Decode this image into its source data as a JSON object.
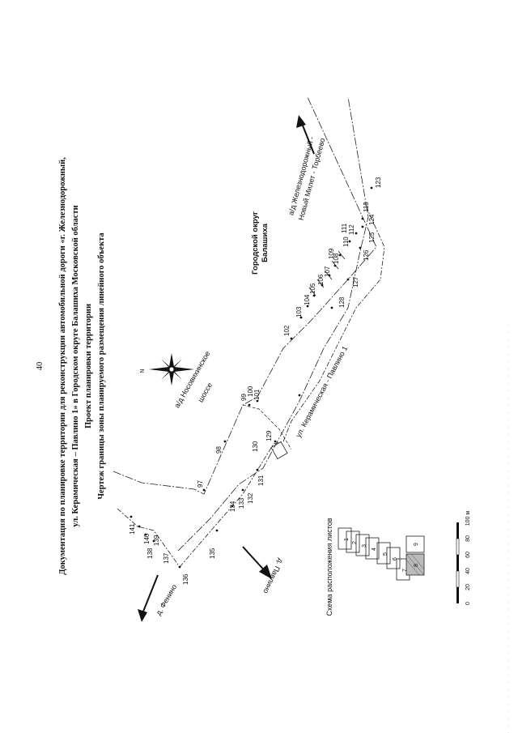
{
  "page_number": "40",
  "title_lines": [
    "Документация по планировке территории для реконструкции автомобильной дороги «г. Железнодорожный,",
    "ул. Керамическая – Павлино 1» в Городском округе Балашиха Московской области",
    "Проект планировки территории",
    "Чертеж границы зоны планируемого размещения линейного объекта"
  ],
  "north_label": "N",
  "place_labels": {
    "city": [
      "Городской округ",
      "Балашиха"
    ],
    "nosovikhinskoe": [
      "а/д Носовихинское",
      "шоссе"
    ],
    "railway": [
      "а/д Железнодорожный -",
      "Новый Милет - Торбеево"
    ],
    "keramicheskaya": "ул. Керамическая - Павлино 1",
    "fenino": "д. Фенино",
    "pavlino": "д. Павлино"
  },
  "point_labels": {
    "p97": "97",
    "p98": "98",
    "p99": "99",
    "p100": "100",
    "p101": "101",
    "p102": "102",
    "p103": "103",
    "p104": "104",
    "p105": "105",
    "p106": "106",
    "p107": "107",
    "p108": "108",
    "p109": "109",
    "p110": "110",
    "p111": "111",
    "p112": "112",
    "p113": "113",
    "p123": "123",
    "p124": "124",
    "p125": "125",
    "p126": "126",
    "p127": "127",
    "p128": "128",
    "p129": "129",
    "p130": "130",
    "p131": "131",
    "p132": "132",
    "p133": "133",
    "p134": "134",
    "p135": "135",
    "p136": "136",
    "p137": "137",
    "p138": "138",
    "p139": "139",
    "p140": "140",
    "p141": "141"
  },
  "sheet_scheme": {
    "title": "Схема расположения листов",
    "sheets": [
      "1",
      "2",
      "3",
      "4",
      "5",
      "6",
      "7",
      "8",
      "9"
    ],
    "current_sheet": "8"
  },
  "scale_bar": {
    "ticks": [
      "0",
      "20",
      "40",
      "60",
      "80",
      "100 м"
    ]
  }
}
